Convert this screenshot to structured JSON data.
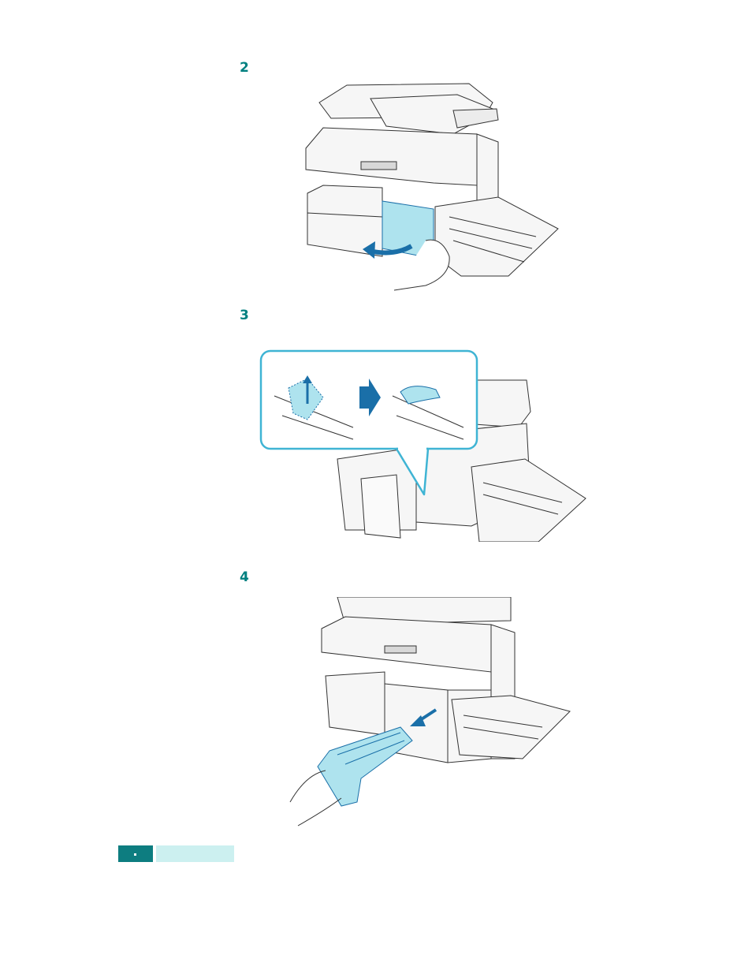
{
  "steps": [
    {
      "number": "2",
      "illustration": "printer-open-side-cover"
    },
    {
      "number": "3",
      "illustration": "printer-release-lever-detail"
    },
    {
      "number": "4",
      "illustration": "printer-remove-toner-cartridge"
    }
  ],
  "colors": {
    "accent": "#008080",
    "highlight": "#aee3ee",
    "callout": "#3fb4d4",
    "arrow": "#1a6fa8",
    "footer_dark": "#0d7d80",
    "footer_light": "#ccf0f0"
  }
}
